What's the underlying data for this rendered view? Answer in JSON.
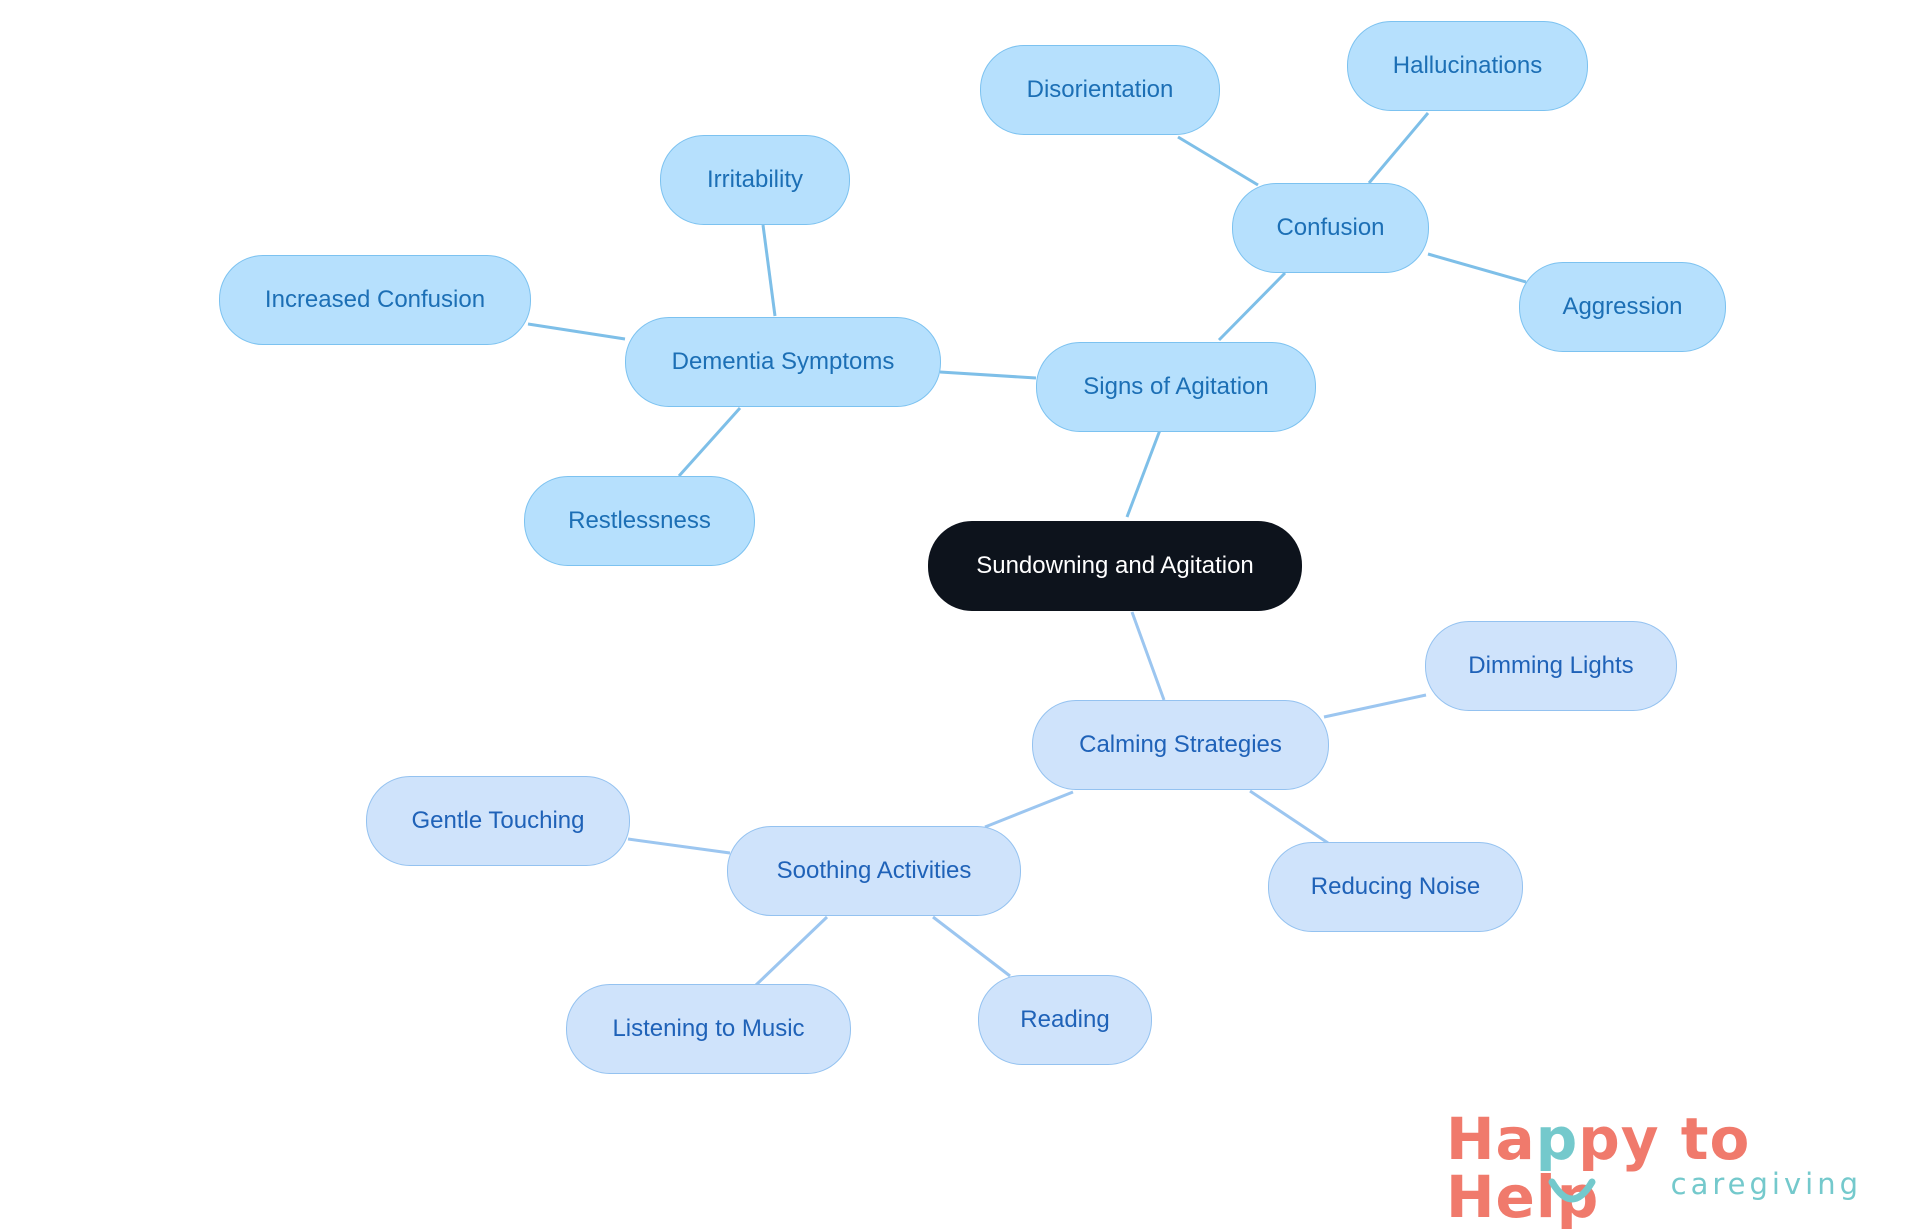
{
  "diagram": {
    "root": {
      "id": "root",
      "label": "Sundowning and Agitation",
      "children": [
        {
          "id": "signs",
          "label": "Signs of Agitation",
          "children": [
            {
              "id": "dementia",
              "label": "Dementia Symptoms",
              "children": [
                {
                  "id": "irritability",
                  "label": "Irritability"
                },
                {
                  "id": "increased-confusion",
                  "label": "Increased Confusion"
                },
                {
                  "id": "restlessness",
                  "label": "Restlessness"
                }
              ]
            },
            {
              "id": "confusion",
              "label": "Confusion",
              "children": [
                {
                  "id": "disorientation",
                  "label": "Disorientation"
                },
                {
                  "id": "hallucinations",
                  "label": "Hallucinations"
                },
                {
                  "id": "aggression",
                  "label": "Aggression"
                }
              ]
            }
          ]
        },
        {
          "id": "calming",
          "label": "Calming Strategies",
          "children": [
            {
              "id": "dimming-lights",
              "label": "Dimming Lights"
            },
            {
              "id": "reducing-noise",
              "label": "Reducing Noise"
            },
            {
              "id": "soothing",
              "label": "Soothing Activities",
              "children": [
                {
                  "id": "gentle-touching",
                  "label": "Gentle Touching"
                },
                {
                  "id": "listening-music",
                  "label": "Listening to Music"
                },
                {
                  "id": "reading",
                  "label": "Reading"
                }
              ]
            }
          ]
        }
      ]
    },
    "colors": {
      "root_fill": "#0d131c",
      "root_text": "#ffffff",
      "signs_branch_fill": "#b6e0fd",
      "signs_branch_border": "#7cc2f0",
      "signs_branch_text": "#1c6fb5",
      "signs_branch_line": "#7ebfe8",
      "calming_branch_fill": "#cfe3fb",
      "calming_branch_border": "#94c2f0",
      "calming_branch_text": "#1f62b8",
      "calming_branch_line": "#9cc6f0"
    }
  },
  "logo": {
    "word_happy_start": "Ha",
    "word_happy_teal": "p",
    "word_happy_end": "py",
    "word_rest": " to Help",
    "subtitle": "caregiving",
    "colors": {
      "primary": "#f07a6c",
      "secondary": "#74c9cc"
    }
  }
}
